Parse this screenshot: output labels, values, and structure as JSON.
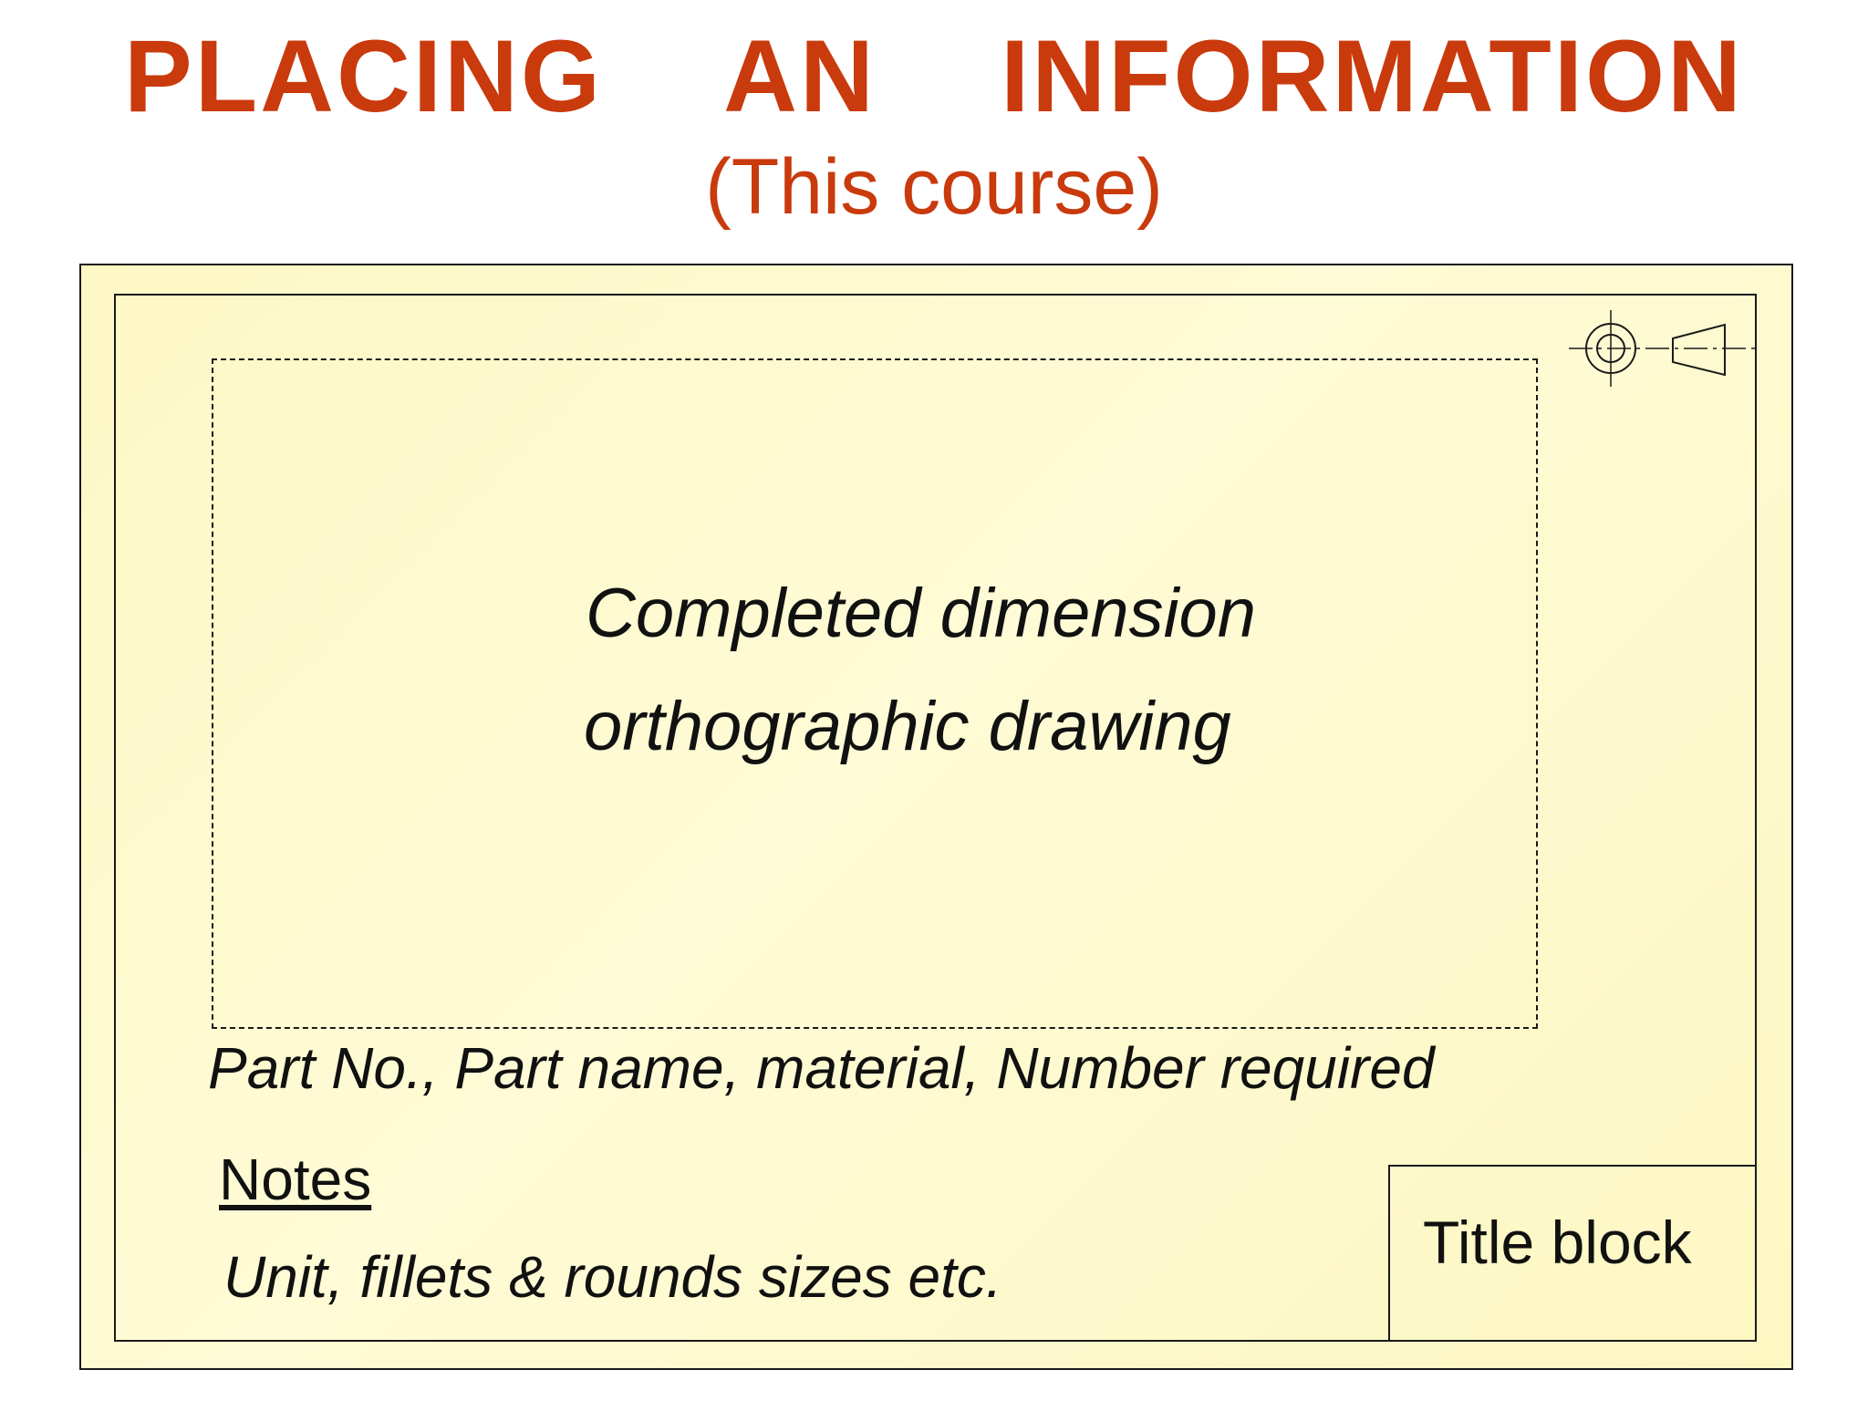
{
  "colors": {
    "title": "#c93a0c",
    "sheet_fill": "#fefbd2",
    "line": "#1a1a1a",
    "text": "#111111"
  },
  "header": {
    "title": "PLACING  AN  INFORMATION",
    "subtitle": "(This course)"
  },
  "sheet": {
    "drawing_area": {
      "line1": "Completed dimension",
      "line2": "orthographic drawing"
    },
    "part_info": "Part No., Part name, material, Number required",
    "notes": {
      "heading": "Notes",
      "text": "Unit, fillets & rounds sizes etc."
    },
    "title_block": "Title block",
    "projection_symbol_icon": "first-angle-projection-icon"
  }
}
